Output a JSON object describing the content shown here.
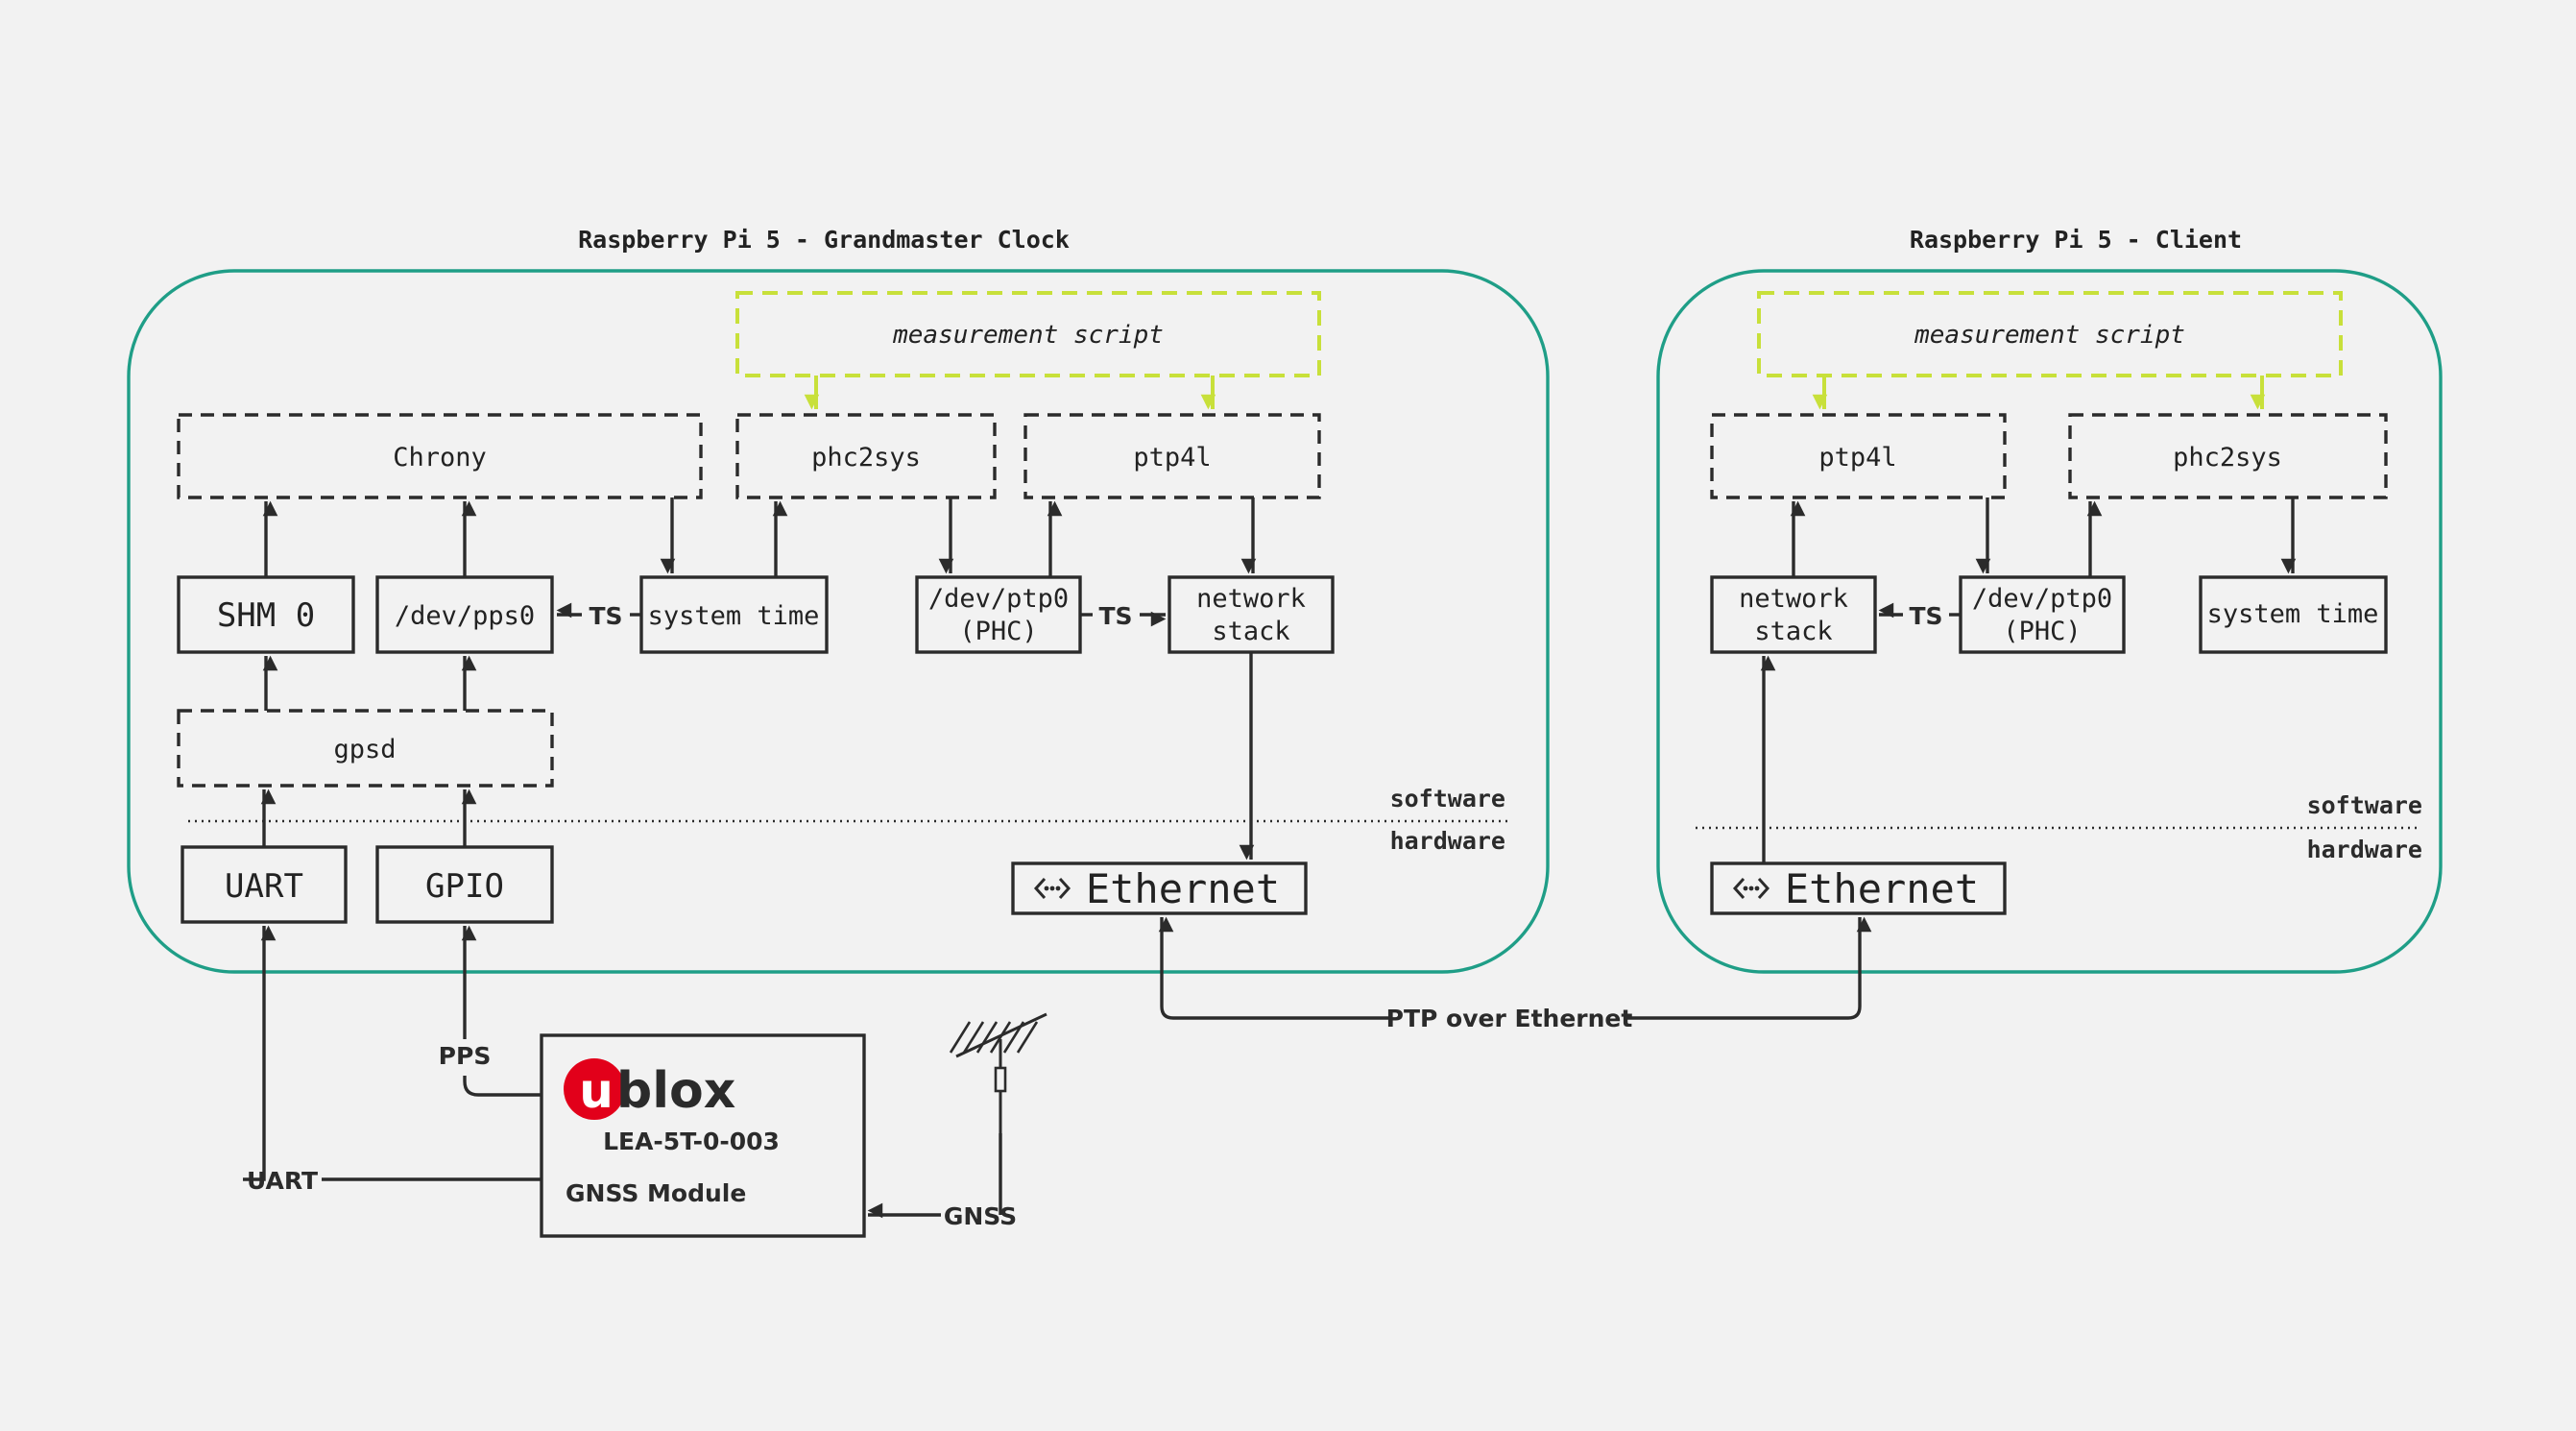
{
  "colors": {
    "container": "#1f9e87",
    "highlight": "#c8e03a",
    "ink": "#2b2b2b",
    "logo_red": "#e2001a",
    "background": "#f2f2f2"
  },
  "grandmaster": {
    "title": "Raspberry Pi 5 - Grandmaster Clock",
    "measurement_script": "measurement script",
    "chrony": "Chrony",
    "phc2sys": "phc2sys",
    "ptp4l": "ptp4l",
    "shm0": "SHM 0",
    "pps": "/dev/pps0",
    "system_time": "system time",
    "ptp0_line1": "/dev/ptp0",
    "ptp0_line2": "(PHC)",
    "network_line1": "network",
    "network_line2": "stack",
    "gpsd": "gpsd",
    "uart": "UART",
    "gpio": "GPIO",
    "ethernet": "Ethernet",
    "software": "software",
    "hardware": "hardware",
    "ts_left": "TS",
    "ts_right": "TS"
  },
  "client": {
    "title": "Raspberry Pi 5 - Client",
    "measurement_script": "measurement script",
    "ptp4l": "ptp4l",
    "phc2sys": "phc2sys",
    "network_line1": "network",
    "network_line2": "stack",
    "ptp0_line1": "/dev/ptp0",
    "ptp0_line2": "(PHC)",
    "system_time": "system time",
    "ethernet": "Ethernet",
    "software": "software",
    "hardware": "hardware",
    "ts": "TS"
  },
  "external": {
    "ptp_over_ethernet": "PTP over Ethernet",
    "pps": "PPS",
    "uart": "UART",
    "gnss": "GNSS",
    "logo_u": "u",
    "logo_blox": "blox",
    "module_model": "LEA-5T-0-003",
    "module_name": "GNSS Module"
  },
  "icons": {
    "ethernet": "ethernet-port-icon",
    "antenna": "gnss-antenna-icon",
    "logo": "ublox-logo"
  }
}
